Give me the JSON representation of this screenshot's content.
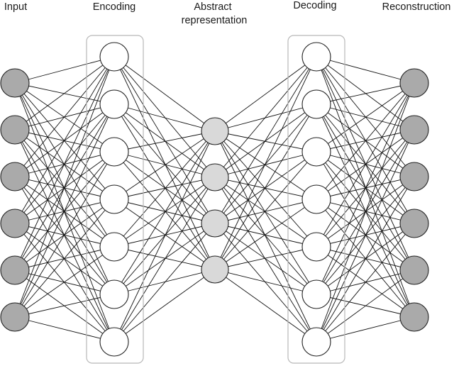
{
  "layers": [
    {
      "id": "input",
      "title_lines": [
        "Input"
      ],
      "node_count": 6,
      "node_fill": "#aaaaaa",
      "node_stroke": "#aaaaaa",
      "boxed": false
    },
    {
      "id": "encoding",
      "title_lines": [
        "Encoding"
      ],
      "node_count": 7,
      "node_fill": "#ffffff",
      "node_stroke": "#222222",
      "boxed": true
    },
    {
      "id": "abstract",
      "title_lines": [
        "Abstract",
        "representation"
      ],
      "node_count": 4,
      "node_fill": "#d9d9d9",
      "node_stroke": "#222222",
      "boxed": false
    },
    {
      "id": "decoding",
      "title_lines": [
        "Decoding"
      ],
      "node_count": 7,
      "node_fill": "#ffffff",
      "node_stroke": "#222222",
      "boxed": true
    },
    {
      "id": "reconstruction",
      "title_lines": [
        "Reconstruction"
      ],
      "node_count": 6,
      "node_fill": "#aaaaaa",
      "node_stroke": "#aaaaaa",
      "boxed": false
    }
  ],
  "connections": "fully-connected-between-adjacent-layers",
  "colors": {
    "edge": "#111111",
    "box_border": "#b8b8b8",
    "text": "#1a1a1a"
  }
}
